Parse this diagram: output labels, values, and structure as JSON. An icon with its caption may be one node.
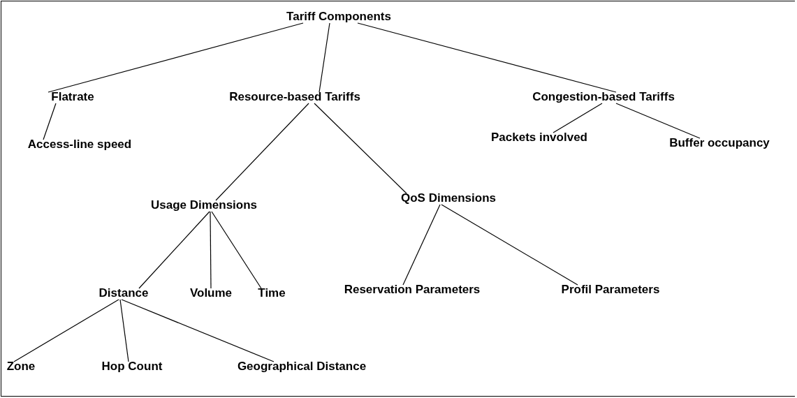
{
  "diagram": {
    "nodes": [
      {
        "text": [
          "Tariff Components"
        ]
      },
      {
        "text": [
          "Flatrate"
        ]
      },
      {
        "text": [
          "Resource-based Tariffs"
        ]
      },
      {
        "text": [
          "Congestion-based Tariffs"
        ]
      },
      {
        "text": [
          "Access-line speed"
        ]
      },
      {
        "text": [
          "Packets involved"
        ]
      },
      {
        "text": [
          "Buffer occupancy"
        ]
      },
      {
        "text": [
          "Usage Dimensions"
        ]
      },
      {
        "text": [
          "QoS Dimensions"
        ]
      },
      {
        "text": [
          "Distance"
        ]
      },
      {
        "text": [
          "Volume"
        ]
      },
      {
        "text": [
          "Time"
        ]
      },
      {
        "text": [
          "Reservation Parameters"
        ]
      },
      {
        "text": [
          "Profil Parameters"
        ]
      },
      {
        "text": [
          "Zone"
        ]
      },
      {
        "text": [
          "Hop Count"
        ]
      },
      {
        "text": [
          "Geographical Distance"
        ]
      }
    ],
    "edges": [
      {
        "from": 0,
        "to": 1,
        "arrow": "none"
      },
      {
        "from": 0,
        "to": 2,
        "arrow": "none"
      },
      {
        "from": 0,
        "to": 3,
        "arrow": "none"
      },
      {
        "from": 1,
        "to": 4,
        "arrow": "none"
      },
      {
        "from": 2,
        "to": 7,
        "arrow": "none"
      },
      {
        "from": 2,
        "to": 8,
        "arrow": "none"
      },
      {
        "from": 3,
        "to": 5,
        "arrow": "none"
      },
      {
        "from": 3,
        "to": 6,
        "arrow": "none"
      },
      {
        "from": 7,
        "to": 9,
        "arrow": "none"
      },
      {
        "from": 7,
        "to": 10,
        "arrow": "none"
      },
      {
        "from": 7,
        "to": 11,
        "arrow": "none"
      },
      {
        "from": 8,
        "to": 12,
        "arrow": "none"
      },
      {
        "from": 8,
        "to": 13,
        "arrow": "none"
      },
      {
        "from": 9,
        "to": 14,
        "arrow": "none"
      },
      {
        "from": 9,
        "to": 15,
        "arrow": "none"
      },
      {
        "from": 9,
        "to": 16,
        "arrow": "none"
      }
    ]
  }
}
